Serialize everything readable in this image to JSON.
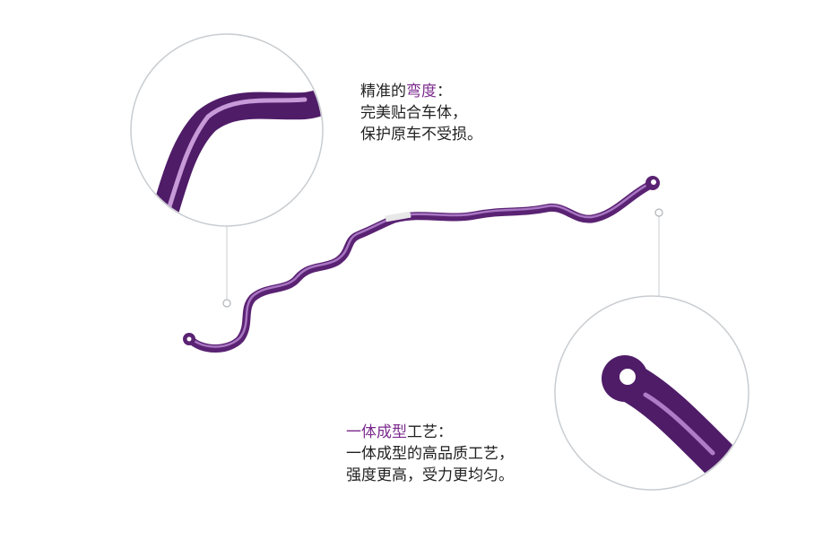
{
  "caption_top": {
    "title_prefix": "精准的",
    "title_highlight": "弯度",
    "title_suffix": "：",
    "line2": "完美贴合车体，",
    "line3": "保护原车不受损。"
  },
  "caption_bottom": {
    "title_highlight": "一体成型",
    "title_suffix": "工艺：",
    "line2": "一体成型的高品质工艺，",
    "line3": "强度更高，受力更均匀。"
  },
  "colors": {
    "bar": "#6a2c86",
    "bar_highlight": "#b07cc8",
    "accent_text": "#7b2a8e",
    "circle_stroke": "#c8ccd0"
  }
}
